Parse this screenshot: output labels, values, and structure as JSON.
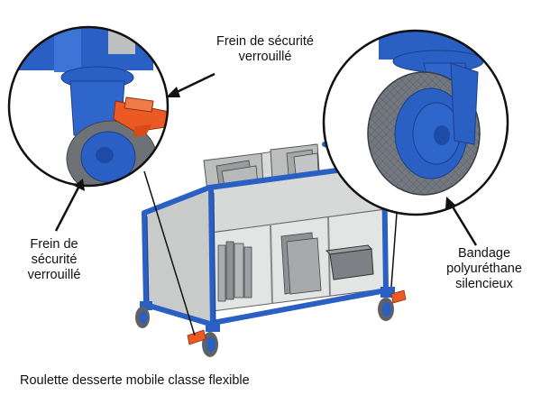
{
  "labels": {
    "brake_top": [
      "Frein de sécurité",
      "verrouillé"
    ],
    "brake_left": [
      "Frein de",
      "sécurité",
      "verrouillé"
    ],
    "tire_right": [
      "Bandage",
      "polyuréthane",
      "silencieux"
    ]
  },
  "caption": "Roulette desserte mobile classe flexible",
  "colors": {
    "frame_blue": "#2a5fc4",
    "panel_grey": "#cfd0d0",
    "brake_orange": "#ec5a24",
    "tire_grey": "#6e7176"
  }
}
